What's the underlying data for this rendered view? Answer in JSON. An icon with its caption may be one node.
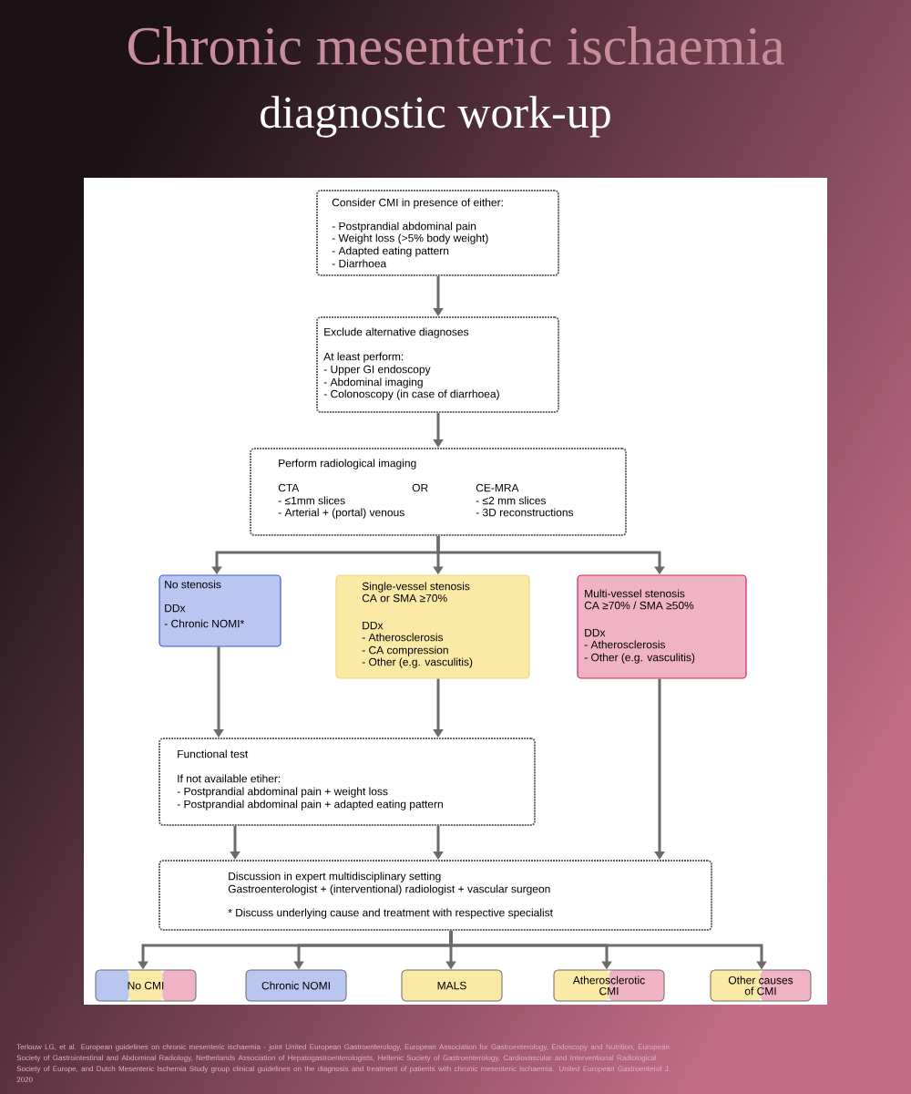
{
  "diagram": {
    "title": "Chronic mesenteric ischaemia",
    "nodes": [
      {
        "text": [
          "Consider CMI in presence of either:",
          "- Postprandial abdominal pain",
          "- Weight loss (>5% body weight)",
          "- Adapted eating pattern",
          "- Diarrhoea"
        ]
      },
      {
        "text": [
          "Exclude alternative diagnoses",
          "At least perform:",
          "- Upper GI endoscopy",
          "- Abdominal imaging",
          "- Colonoscopy (in case of diarrhoea)"
        ]
      },
      {
        "text": [
          "Perform radiological imaging",
          "CTA",
          "- ≤1mm slices",
          "- Arterial + (portal) venous",
          "OR",
          "CE-MRA",
          "- ≤2 mm slices",
          "- 3D reconstructions"
        ]
      },
      {
        "text": [
          "No stenosis",
          "DDx",
          "- Chronic NOMI*"
        ]
      },
      {
        "text": [
          "Single-vessel stenosis",
          "CA or SMA ≥70%",
          "DDx",
          "- Atherosclerosis",
          "- CA compression",
          "- Other (e.g. vasculitis)"
        ]
      },
      {
        "text": [
          "Multi-vessel stenosis",
          "CA ≥70% / SMA ≥50%",
          "DDx",
          "- Atherosclerosis",
          "- Other (e.g. vasculitis)"
        ]
      },
      {
        "text": [
          "Functional test",
          "If not available etiher:",
          "- Postprandial abdominal pain + weight loss",
          "- Postprandial abdominal pain + adapted eating pattern"
        ]
      },
      {
        "text": [
          "Discussion in expert multidisciplinary setting",
          "Gastroenterologist + (interventional) radiologist + vascular surgeon",
          "* Discuss underlying cause and treatment with respective specialist"
        ]
      },
      {
        "text": [
          "No CMI"
        ]
      },
      {
        "text": [
          "Chronic NOMI"
        ]
      },
      {
        "text": [
          "MALS"
        ]
      },
      {
        "text": [
          "Atherosclerotic CMI"
        ]
      },
      {
        "text": [
          "Other causes of CMI"
        ]
      }
    ],
    "edges": [
      {
        "from": 0,
        "to": 1,
        "arrow": "to"
      },
      {
        "from": 1,
        "to": 2,
        "arrow": "to"
      },
      {
        "from": 2,
        "to": 3,
        "arrow": "to"
      },
      {
        "from": 2,
        "to": 4,
        "arrow": "to"
      },
      {
        "from": 2,
        "to": 5,
        "arrow": "to"
      },
      {
        "from": 3,
        "to": 6,
        "arrow": "to"
      },
      {
        "from": 4,
        "to": 6,
        "arrow": "to"
      },
      {
        "from": 5,
        "to": 7,
        "arrow": "to"
      },
      {
        "from": 6,
        "to": 7,
        "arrow": "to"
      },
      {
        "from": 6,
        "to": 7,
        "arrow": "to"
      },
      {
        "from": 7,
        "to": 8,
        "arrow": "to"
      },
      {
        "from": 7,
        "to": 9,
        "arrow": "to"
      },
      {
        "from": 7,
        "to": 10,
        "arrow": "to"
      },
      {
        "from": 7,
        "to": 11,
        "arrow": "to"
      },
      {
        "from": 7,
        "to": 12,
        "arrow": "to"
      }
    ],
    "labels": [
      "diagnostic work-up",
      "Terlouw LG, et al. European guidelines on chronic mesenteric ischaemia - joint United European Gastroenterology, European Association for Gastroenterology, Endoscopy and Nutrition, European Society of Gastrointestinal and Abdominal Radiology, Netherlands Association of Hepatogastroenterologists, Hellenic Society of Gastroenterology, Cardiovascular and Interventional Radiological Society of Europe, and Dutch Mesenteric Ischemia Study group clinical guidelines on the diagnosis and treatment of patients with chronic mesenteric ischaemia. United European Gastroenterol J. 2020"
    ]
  }
}
